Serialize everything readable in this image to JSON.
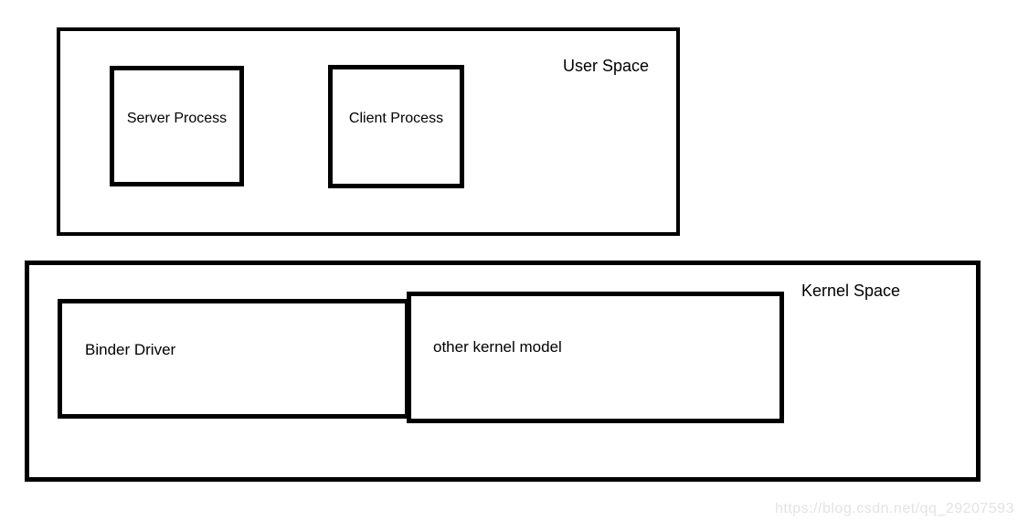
{
  "diagram": {
    "user_space": {
      "label": "User Space",
      "boxes": [
        {
          "label": "Server Process"
        },
        {
          "label": "Client Process"
        }
      ]
    },
    "kernel_space": {
      "label": "Kernel Space",
      "boxes": [
        {
          "label": "Binder Driver"
        },
        {
          "label": "other kernel model"
        }
      ]
    },
    "watermark": "https://blog.csdn.net/qq_29207593",
    "colors": {
      "background": "#ffffff",
      "border": "#000000",
      "text": "#000000",
      "watermark_text": "#e3e3e3"
    }
  }
}
